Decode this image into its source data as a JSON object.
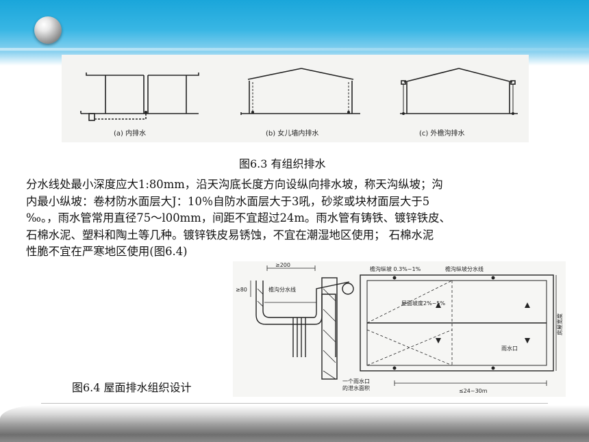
{
  "figure_top": {
    "labels": [
      "(a) 内排水",
      "(b) 女儿墙内排水",
      "(c) 外檐沟排水"
    ]
  },
  "caption_top": "图6.3  有组织排水",
  "paragraph_lines": [
    "分水线处最小深度应大1:80mm，沿天沟底长度方向设纵向排水坡，称天沟纵坡；沟",
    "内最小纵坡：卷材防水面层大J：10％自防水面层大于3吼，砂浆或块材面层大于5",
    "‰。，雨水管常用直径75～l00mm，间距不宜超过24m。雨水管有铸铁、镀锌铁皮、",
    "石棉水泥、塑料和陶土等几种。镀锌铁皮易锈蚀，不宜在潮湿地区使用；   石棉水泥",
    "性脆不宜在严寒地区使用(图6.4)"
  ],
  "figure_bottom": {
    "dim_200": "≥200",
    "dim_80": "≥80",
    "gutter_divide_line": "檐沟分水线",
    "gutter_slope": "檐沟纵坡 0.3%~1%",
    "gutter_slope_divide_line": "檐沟纵坡分水线",
    "roof_slope": "屋面坡度2%~5%",
    "house_width": "房屋宽度",
    "rain_outlet": "雨水口",
    "drain_area_1": "一个雨水口",
    "drain_area_2": "的泄水面积",
    "spacing": "≤24~30m"
  },
  "caption_bottom": "图6.4  屋面排水组织设计",
  "colors": {
    "top_band": "#1aa6da",
    "bottom_band": "#8a8a8a",
    "text": "#111111"
  }
}
